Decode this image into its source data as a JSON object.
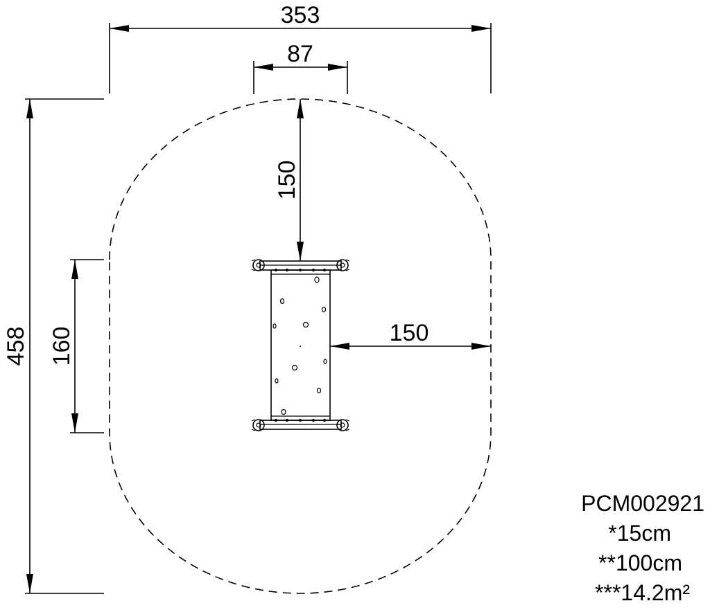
{
  "dimensions": {
    "overall_width": "353",
    "equipment_width": "87",
    "overall_height": "458",
    "equipment_length": "160",
    "top_clearance": "150",
    "side_clearance": "150"
  },
  "info": {
    "product_code": "PCM002921",
    "line_1": "*15cm",
    "line_2": "**100cm",
    "line_3": "***14.2m²"
  }
}
